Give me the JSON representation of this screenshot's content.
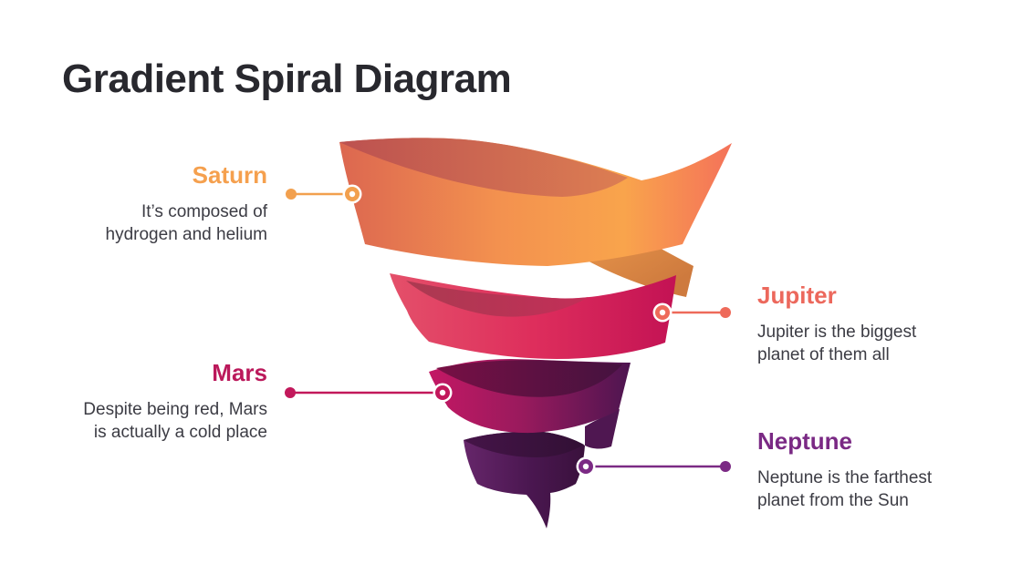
{
  "slide": {
    "title": "Gradient Spiral Diagram",
    "title_color": "#28282E",
    "body_text_color": "#3C3C44",
    "background_color": "#FFFFFF"
  },
  "items": [
    {
      "name": "Saturn",
      "description": "It’s composed of\nhydrogen and helium",
      "color": "#F5A04E",
      "side": "left",
      "spiral_level": 1,
      "level_gradient": [
        "#DC6750",
        "#F3914F",
        "#F9A44C",
        "#F4705A"
      ]
    },
    {
      "name": "Jupiter",
      "description": "Jupiter is the biggest\nplanet of them all",
      "color": "#EC685C",
      "side": "right",
      "spiral_level": 2,
      "level_gradient": [
        "#E44F66",
        "#DE2E5C",
        "#C31254"
      ]
    },
    {
      "name": "Mars",
      "description": "Despite being red, Mars\nis actually a cold place",
      "color": "#BB195B",
      "side": "left",
      "spiral_level": 3,
      "level_gradient": [
        "#C31864",
        "#9A1A5D",
        "#4C1550"
      ]
    },
    {
      "name": "Neptune",
      "description": "Neptune is the farthest\nplanet from the Sun",
      "color": "#7A2984",
      "side": "right",
      "spiral_level": 4,
      "level_gradient": [
        "#66266A",
        "#4B1751",
        "#371039"
      ]
    }
  ]
}
